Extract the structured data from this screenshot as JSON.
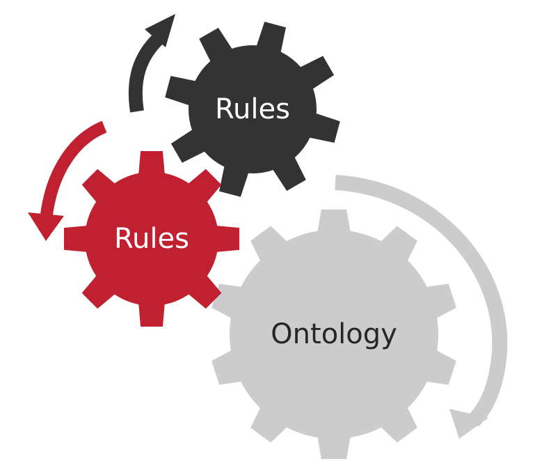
{
  "gears": [
    {
      "id": "dark",
      "label": "Rules",
      "color": "#333333",
      "text_color": "#ffffff"
    },
    {
      "id": "red",
      "label": "Rules",
      "color": "#c0202f",
      "text_color": "#ffffff"
    },
    {
      "id": "light",
      "label": "Ontology",
      "color": "#cccccc",
      "text_color": "#262626"
    }
  ],
  "arrows": [
    {
      "id": "dark",
      "color": "#333333"
    },
    {
      "id": "red",
      "color": "#c0202f"
    },
    {
      "id": "light",
      "color": "#cccccc"
    }
  ]
}
